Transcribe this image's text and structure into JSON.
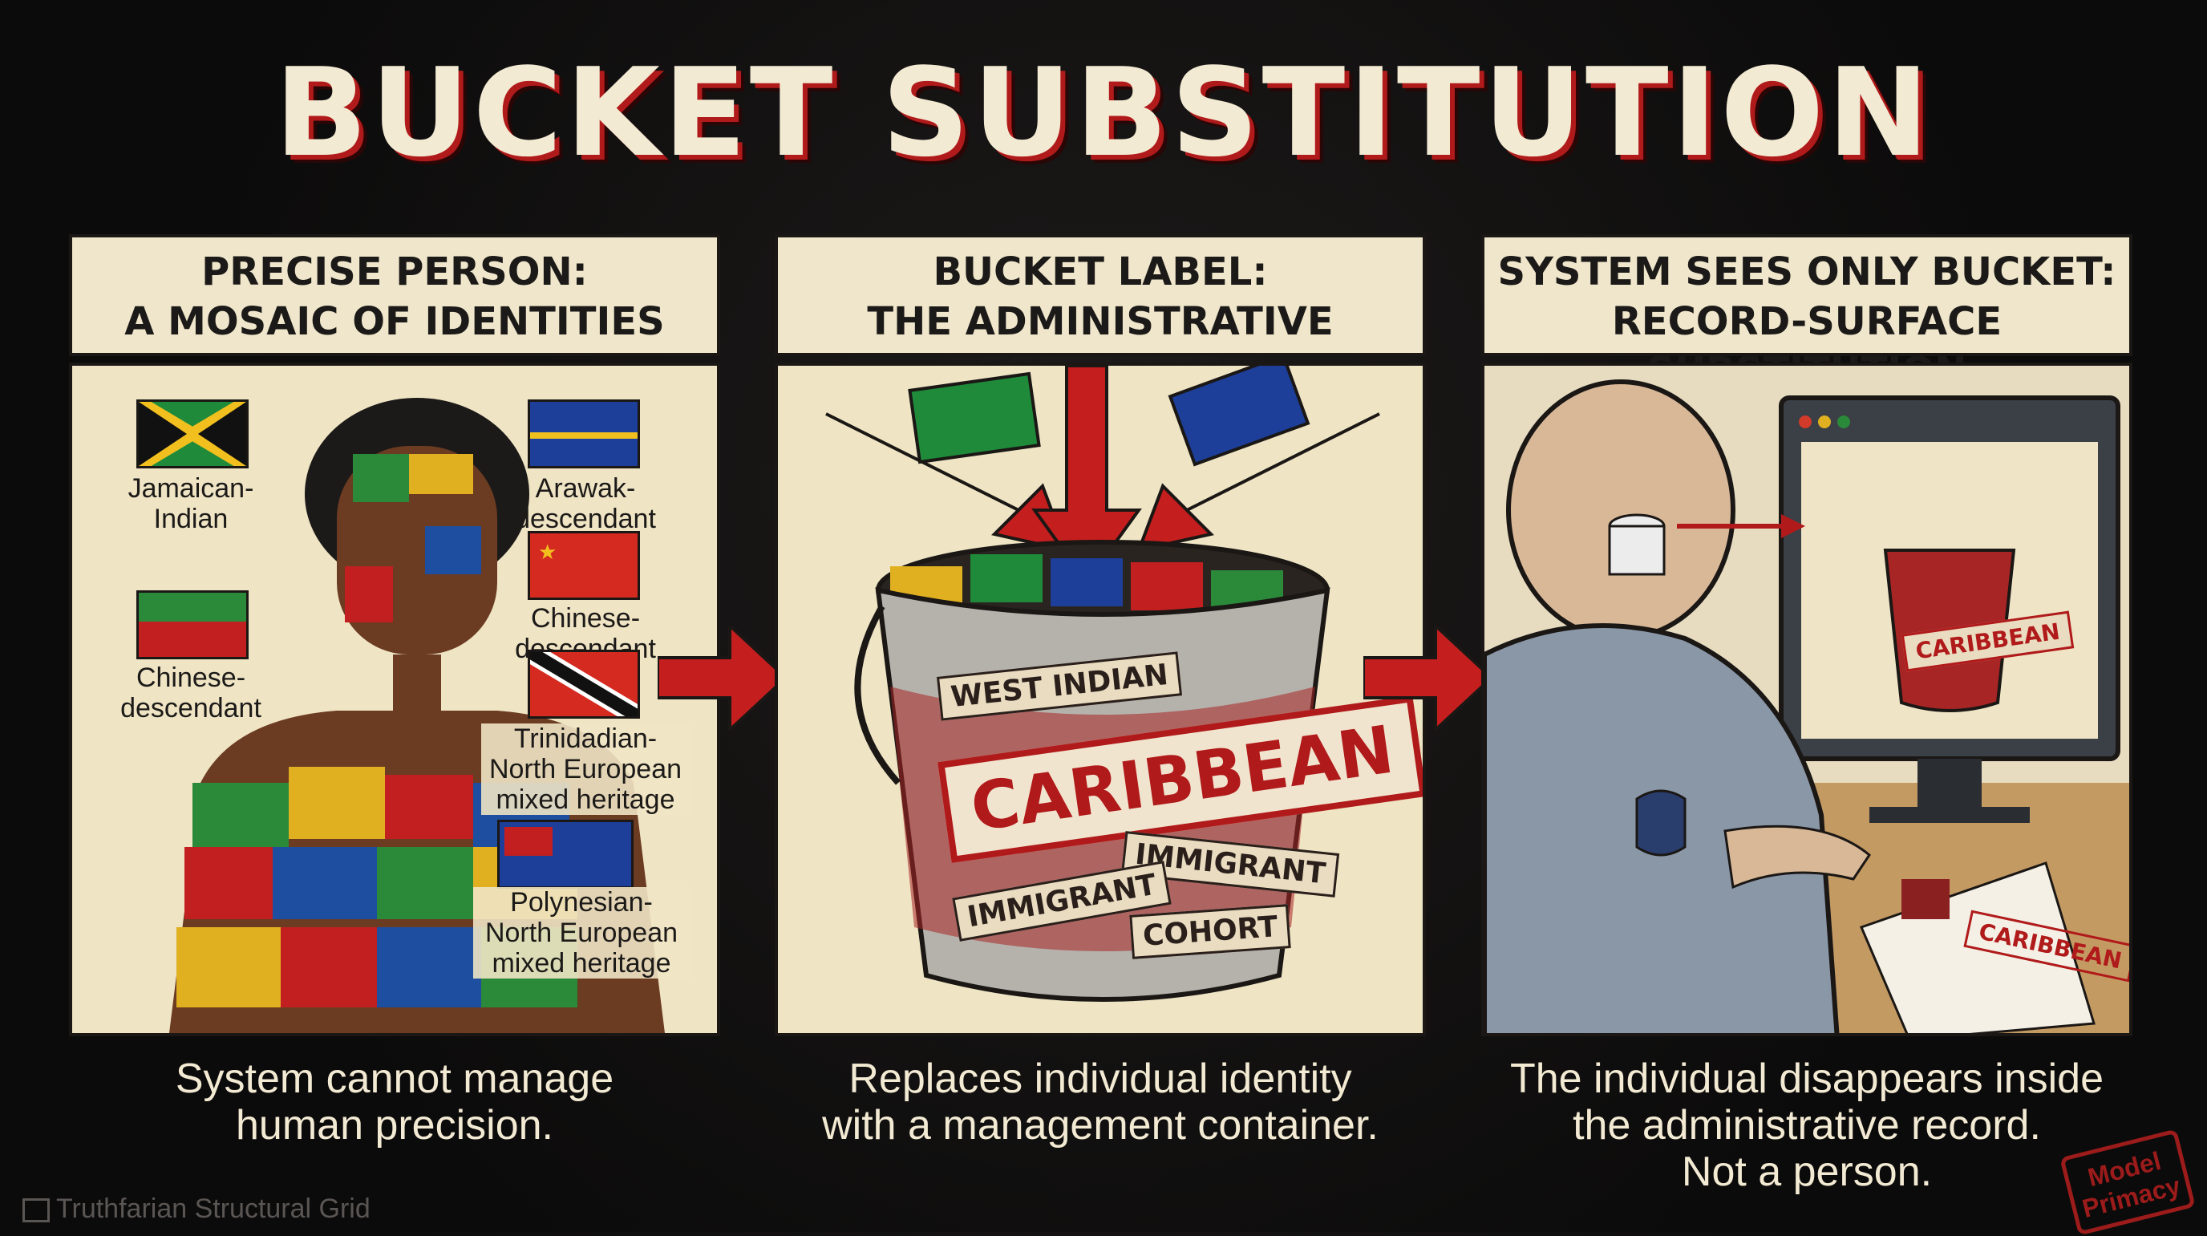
{
  "title": "BUCKET SUBSTITUTION",
  "panels": [
    {
      "heading_line1": "PRECISE PERSON:",
      "heading_line2": "A MOSAIC OF IDENTITIES",
      "caption_line1": "System cannot manage",
      "caption_line2": "human precision.",
      "labels": {
        "jamaican_1": "Jamaican-",
        "jamaican_2": "Indian",
        "arawak_1": "Arawak-",
        "arawak_2": "descendant",
        "chinese_right_1": "Chinese-",
        "chinese_right_2": "descendant",
        "chinese_left_1": "Chinese-",
        "chinese_left_2": "descendant",
        "trini_1": "Trinidadian-",
        "trini_2": "North European",
        "trini_3": "mixed heritage",
        "poly_1": "Polynesian-",
        "poly_2": "North European",
        "poly_3": "mixed heritage"
      }
    },
    {
      "heading_line1": "BUCKET LABEL:",
      "heading_line2": "THE ADMINISTRATIVE CONTAINER",
      "caption_line1": "Replaces individual identity",
      "caption_line2": "with a management container.",
      "tags": {
        "west_indian": "WEST INDIAN",
        "caribbean": "CARIBBEAN",
        "immigrant_right": "IMMIGRANT",
        "immigrant_left": "IMMIGRANT",
        "cohort": "COHORT"
      }
    },
    {
      "heading_line1": "SYSTEM SEES ONLY BUCKET:",
      "heading_line2": "RECORD-SURFACE SUBSTITUTION",
      "caption_line1": "The individual disappears inside",
      "caption_line2": "the administrative record.",
      "caption_line3": "Not a person.",
      "screen_tag": "CARIBBEAN",
      "paper_tag": "CARIBBEAN"
    }
  ],
  "watermark": "Truthfarian Structural Grid",
  "stamp_line1": "Model",
  "stamp_line2": "Primacy",
  "colors": {
    "accent_red": "#b01a1a",
    "cream": "#efe6cb",
    "dark": "#0c0b0b"
  }
}
